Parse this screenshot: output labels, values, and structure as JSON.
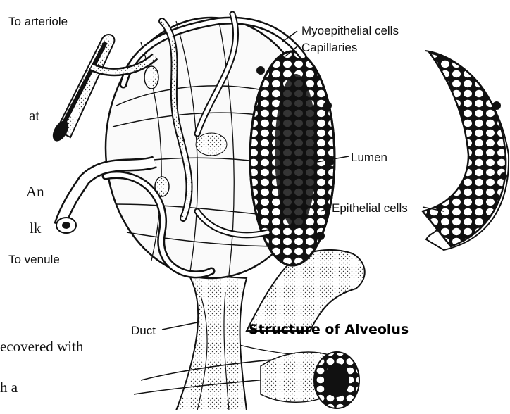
{
  "labels": {
    "to_arteriole": "To arteriole",
    "myoepithelial_cells": "Myoepithelial cells",
    "capillaries": "Capillaries",
    "lumen": "Lumen",
    "epithelial_cells": "Epithelial cells",
    "to_venule": "To venule",
    "duct": "Duct"
  },
  "caption": "Structure of Alveolus",
  "left_text_fragments": [
    "at",
    "An",
    "lk",
    "ecovered with",
    "h a"
  ],
  "colors": {
    "ink": "#111111",
    "paper": "#ffffff"
  }
}
